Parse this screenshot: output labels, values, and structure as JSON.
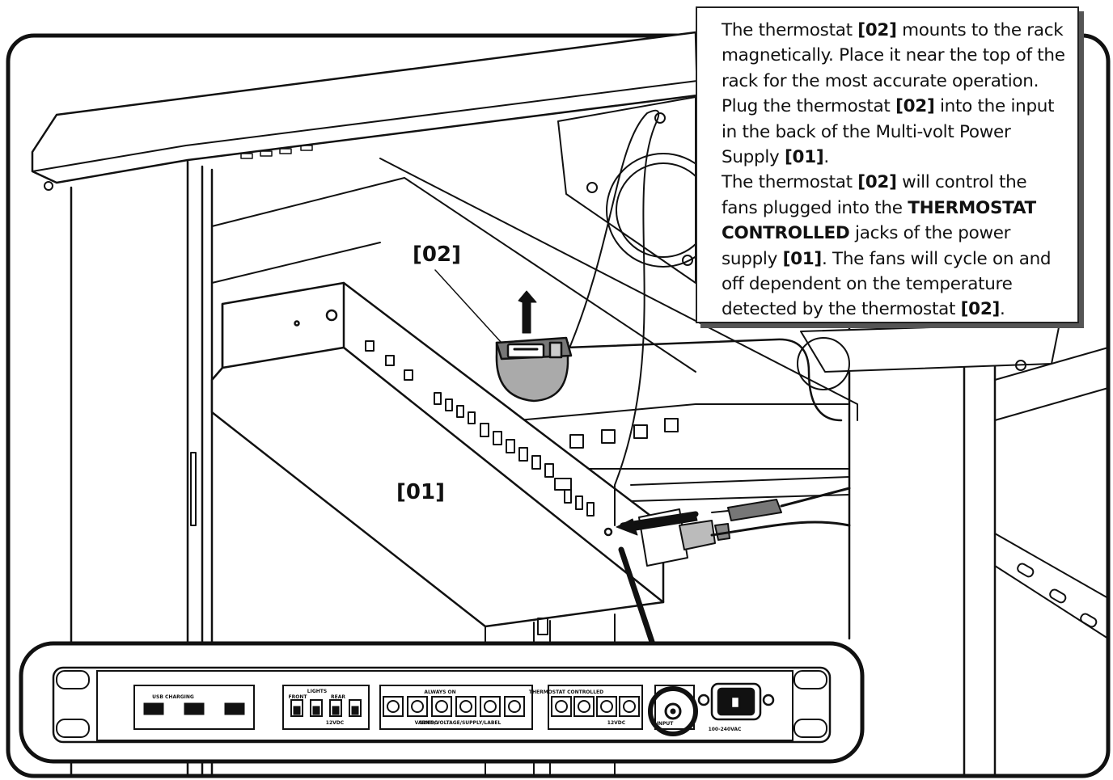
{
  "callout": {
    "p1": {
      "t1": "The thermostat ",
      "ref1": "[02]",
      "t2": " mounts to the rack magnetically.  Place it near the top of the rack for the most accurate operation.  Plug the thermostat ",
      "ref2": "[02]",
      "t3": " into the input in the back of the Multi-volt Power Supply ",
      "ref3": "[01]",
      "t4": "."
    },
    "p2": {
      "t1": "The thermostat ",
      "ref1": "[02]",
      "t2": " will control the fans plugged into the ",
      "strong": "THERMOSTAT CONTROLLED",
      "t3": " jacks of the power supply ",
      "ref2": "[01]",
      "t4": ".  The fans will cycle on and off  dependent on the temperature detected by the thermostat ",
      "ref3": "[02]",
      "t5": "."
    }
  },
  "labels": {
    "thermostat": "[02]",
    "power_supply": "[01]"
  },
  "panel": {
    "usb_charging": "USB CHARGING",
    "lights": "LIGHTS",
    "front": "FRONT",
    "rear": "REAR",
    "always_on": "ALWAYS ON",
    "thermostat_controlled": "THERMOSTAT CONTROLLED",
    "v12_a": "12VDC",
    "v12_b": "12VDC",
    "v12_c": "12VDC",
    "varies": "VARIES/VOLTAGE/SUPPLY/LABEL",
    "input": "INPUT",
    "ac": "100-240VAC"
  }
}
